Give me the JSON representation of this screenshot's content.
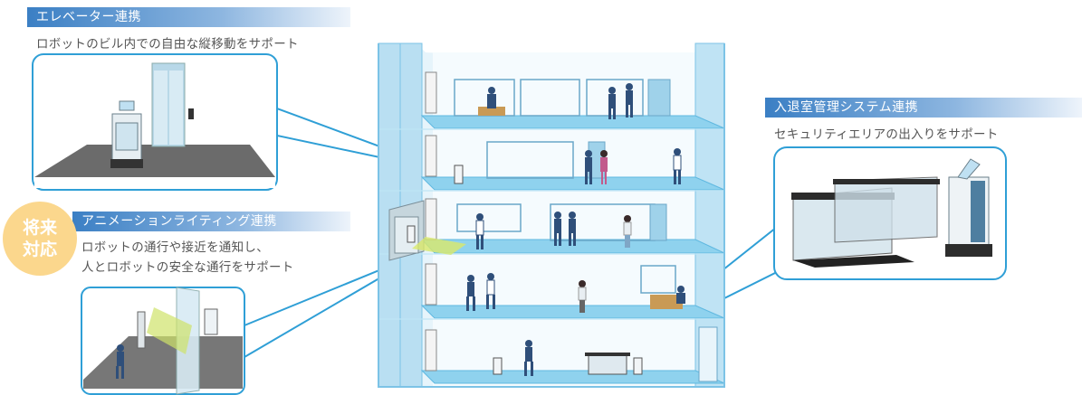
{
  "sections": {
    "elevator": {
      "title": "エレベーター連携",
      "description": "ロボットのビル内での自由な縦移動をサポート"
    },
    "lighting": {
      "badge_line1": "将来",
      "badge_line2": "対応",
      "title": "アニメーションライティング連携",
      "description_line1": "ロボットの通行や接近を通知し、",
      "description_line2": "人とロボットの安全な通行をサポート"
    },
    "access": {
      "title": "入退室管理システム連携",
      "description": "セキュリティエリアの出入りをサポート"
    }
  },
  "colors": {
    "header_gradient_start": "#3b7fc4",
    "header_gradient_end": "#e8f1fa",
    "panel_border": "#2f9fd6",
    "badge": "#fbd78d",
    "building_glass": "#cfe9f7",
    "floor_slab": "#8fd2ee"
  },
  "icons": [
    "elevator-icon",
    "robot-icon",
    "person-icon",
    "security-gate-icon",
    "light-beam-icon"
  ]
}
